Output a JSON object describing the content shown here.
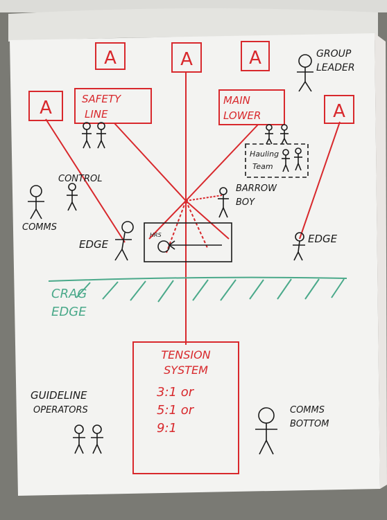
{
  "colors": {
    "red": "#d8282c",
    "black": "#1a1a1a",
    "green": "#4aa98a",
    "paper": "#f3f3f1",
    "background": "#7a7a74"
  },
  "anchors": [
    "A",
    "A",
    "A",
    "A",
    "A"
  ],
  "labels": {
    "safety_line_1": "SAFETY",
    "safety_line_2": "LINE",
    "main_lower_1": "MAIN",
    "main_lower_2": "LOWER",
    "group_leader_1": "GROUP",
    "group_leader_2": "LEADER",
    "hauling_team_1": "Hauling",
    "hauling_team_2": "Team",
    "control": "CONTROL",
    "comms": "COMMS",
    "barrow_boy_1": "BARROW",
    "barrow_boy_2": "BOY",
    "edge_left": "EDGE",
    "edge_right": "EDGE",
    "hrs": "HRS",
    "crag_edge_1": "CRAG",
    "crag_edge_2": "EDGE",
    "tension_system_1": "TENSION",
    "tension_system_2": "SYSTEM",
    "ratio_1": "3:1 or",
    "ratio_2": "5:1 or",
    "ratio_3": "9:1",
    "guideline_operators_1": "GUIDELINE",
    "guideline_operators_2": "OPERATORS",
    "comms_bottom_1": "COMMS",
    "comms_bottom_2": "BOTTOM"
  }
}
